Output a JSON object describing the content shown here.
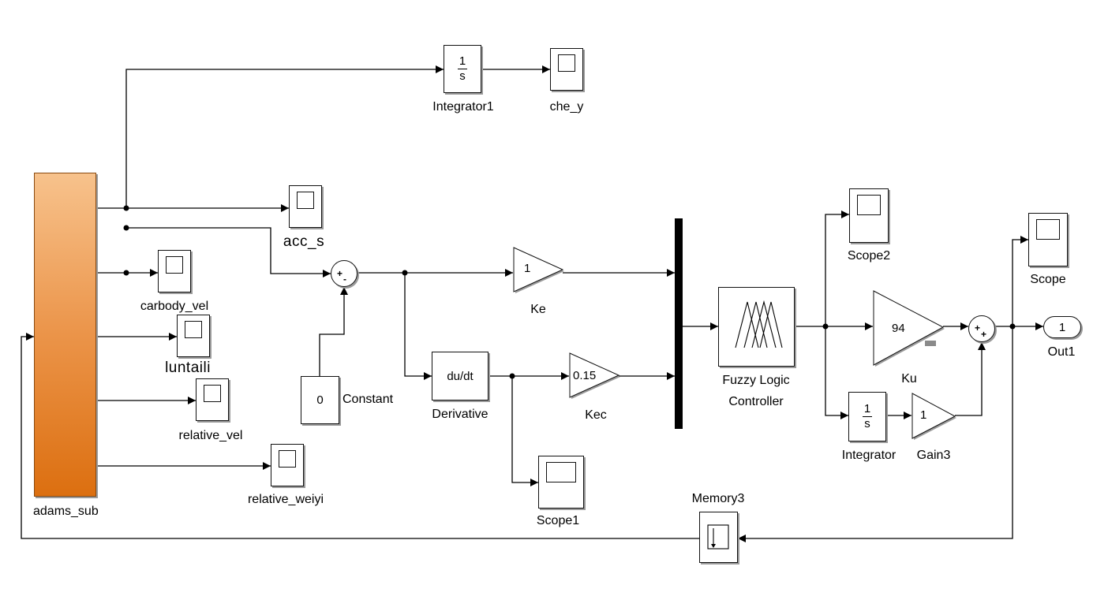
{
  "blocks": {
    "adams_sub": {
      "label": "adams_sub"
    },
    "integrator1": {
      "label": "Integrator1",
      "numerator": "1",
      "denominator": "s"
    },
    "che_y": {
      "label": "che_y"
    },
    "acc_s": {
      "label": "acc_s"
    },
    "carbody_vel": {
      "label": "carbody_vel"
    },
    "luntaili": {
      "label": "luntaili"
    },
    "relative_vel": {
      "label": "relative_vel"
    },
    "relative_weiyi": {
      "label": "relative_weiyi"
    },
    "sum1": {
      "signs": [
        "+",
        "-"
      ]
    },
    "constant": {
      "label": "Constant",
      "value": "0"
    },
    "ke": {
      "label": "Ke",
      "value": "1"
    },
    "derivative": {
      "label": "Derivative",
      "text": "du/dt"
    },
    "kec": {
      "label": "Kec",
      "value": "0.15"
    },
    "scope1": {
      "label": "Scope1"
    },
    "fuzzy": {
      "label_line1": "Fuzzy Logic",
      "label_line2": "Controller"
    },
    "scope2": {
      "label": "Scope2"
    },
    "ku": {
      "label": "Ku",
      "value": "94"
    },
    "integrator": {
      "label": "Integrator",
      "numerator": "1",
      "denominator": "s"
    },
    "gain3": {
      "label": "Gain3",
      "value": "1"
    },
    "sum2": {
      "signs": [
        "+",
        "+"
      ]
    },
    "scope": {
      "label": "Scope"
    },
    "out1": {
      "label": "Out1",
      "value": "1"
    },
    "memory3": {
      "label": "Memory3"
    }
  },
  "colors": {
    "adams_top": "#f7c28c",
    "adams_bottom": "#dc6f10",
    "line": "#000000",
    "shadow": "#9a9a9a"
  },
  "icons": {
    "scope": "scope-screen-icon",
    "fuzzy": "membership-functions-icon",
    "memory": "memory-step-icon"
  }
}
